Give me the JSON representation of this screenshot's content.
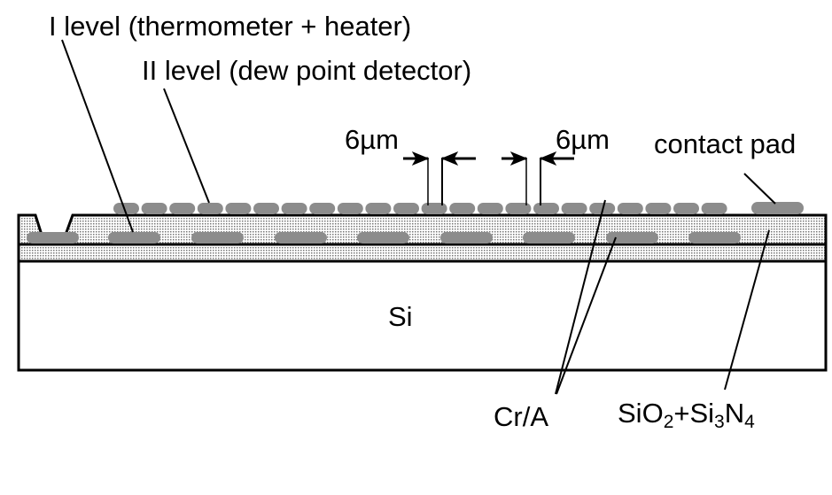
{
  "labels": {
    "level1": "I level (thermometer + heater)",
    "level2": "II level (dew point detector)",
    "dim_left": "6µm",
    "dim_right": "6µm",
    "contact_pad": "contact pad",
    "si": "Si",
    "cr_a": "Cr/A",
    "dielectric_main1": "SiO",
    "dielectric_sub1": "2",
    "dielectric_main2": "+Si",
    "dielectric_sub2": "3",
    "dielectric_main3": "N",
    "dielectric_sub3": "4"
  },
  "colors": {
    "metal": "#8c8c8c",
    "line": "#000000"
  }
}
